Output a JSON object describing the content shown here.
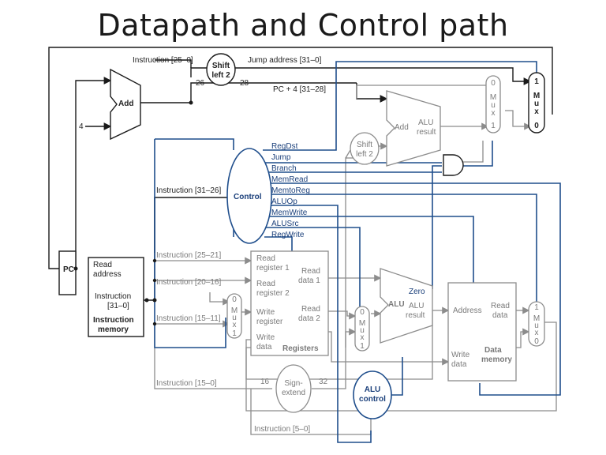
{
  "slide_title": "Datapath and Control path",
  "labels": {
    "pc": "PC",
    "read_address": [
      "Read",
      "address"
    ],
    "instruction_31_0": [
      "Instruction",
      "[31–0]"
    ],
    "instruction_memory": [
      "Instruction",
      "memory"
    ],
    "add": "Add",
    "four": "4",
    "instr_25_0": "Instruction [25–0]",
    "shift_left_2": [
      "Shift",
      "left 2"
    ],
    "n26": "26",
    "n28": "28",
    "jump_address": "Jump address [31–0]",
    "pc4": "PC + 4 [31–28]",
    "instr_31_26": "Instruction [31–26]",
    "control": "Control",
    "control_signals": [
      "RegDst",
      "Jump",
      "Branch",
      "MemRead",
      "MemtoReg",
      "ALUOp",
      "MemWrite",
      "ALUSrc",
      "RegWrite"
    ],
    "instr_25_21": "Instruction [25–21]",
    "instr_20_16": "Instruction [20–16]",
    "instr_15_11": "Instruction [15–11]",
    "instr_15_0": "Instruction [15–0]",
    "instr_5_0": "Instruction [5–0]",
    "read_register_1": [
      "Read",
      "register 1"
    ],
    "read_register_2": [
      "Read",
      "register 2"
    ],
    "write_register": [
      "Write",
      "register"
    ],
    "write_data": [
      "Write",
      "data"
    ],
    "read_data_1": [
      "Read",
      "data 1"
    ],
    "read_data_2": [
      "Read",
      "data 2"
    ],
    "registers": "Registers",
    "mux_word": [
      "M",
      "u",
      "x"
    ],
    "zero": "0",
    "one": "1",
    "alu": "ALU",
    "alu_result": [
      "ALU",
      "result"
    ],
    "zero_flag": "Zero",
    "add_alu_result": [
      "ALU",
      "result"
    ],
    "sign_extend": [
      "Sign-",
      "extend"
    ],
    "n16": "16",
    "n32": "32",
    "alu_control": [
      "ALU",
      "control"
    ],
    "address": "Address",
    "read_data": [
      "Read",
      "data"
    ],
    "data_memory": [
      "Data",
      "memory"
    ]
  },
  "colors": {
    "control_blue": "#1f4e8c",
    "datapath_gray": "#8c8c8c",
    "foreground_black": "#1a1a1a"
  }
}
